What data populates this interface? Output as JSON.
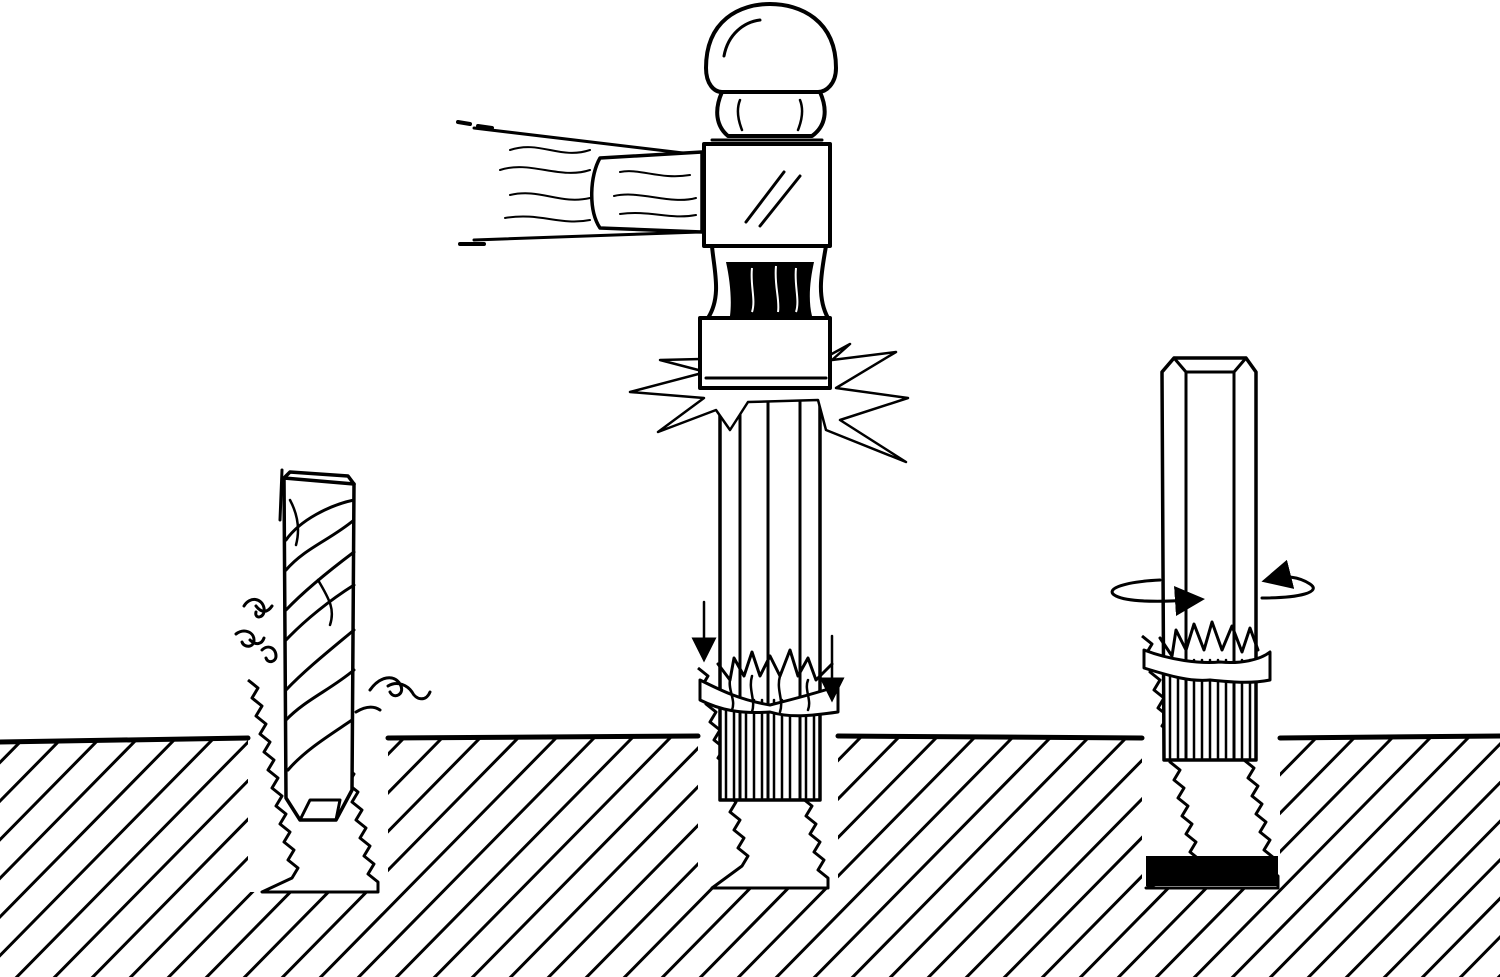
{
  "figure": {
    "kind": "line-art illustration",
    "steps": [
      {
        "id": "step-1-drill",
        "icon": "drill-bit-icon"
      },
      {
        "id": "step-2-hammer",
        "icon": "hammer-icon"
      },
      {
        "id": "step-3-turn",
        "icon": "extractor-turn-icon"
      }
    ],
    "colors": {
      "ink": "#000000",
      "paper": "#ffffff"
    }
  }
}
